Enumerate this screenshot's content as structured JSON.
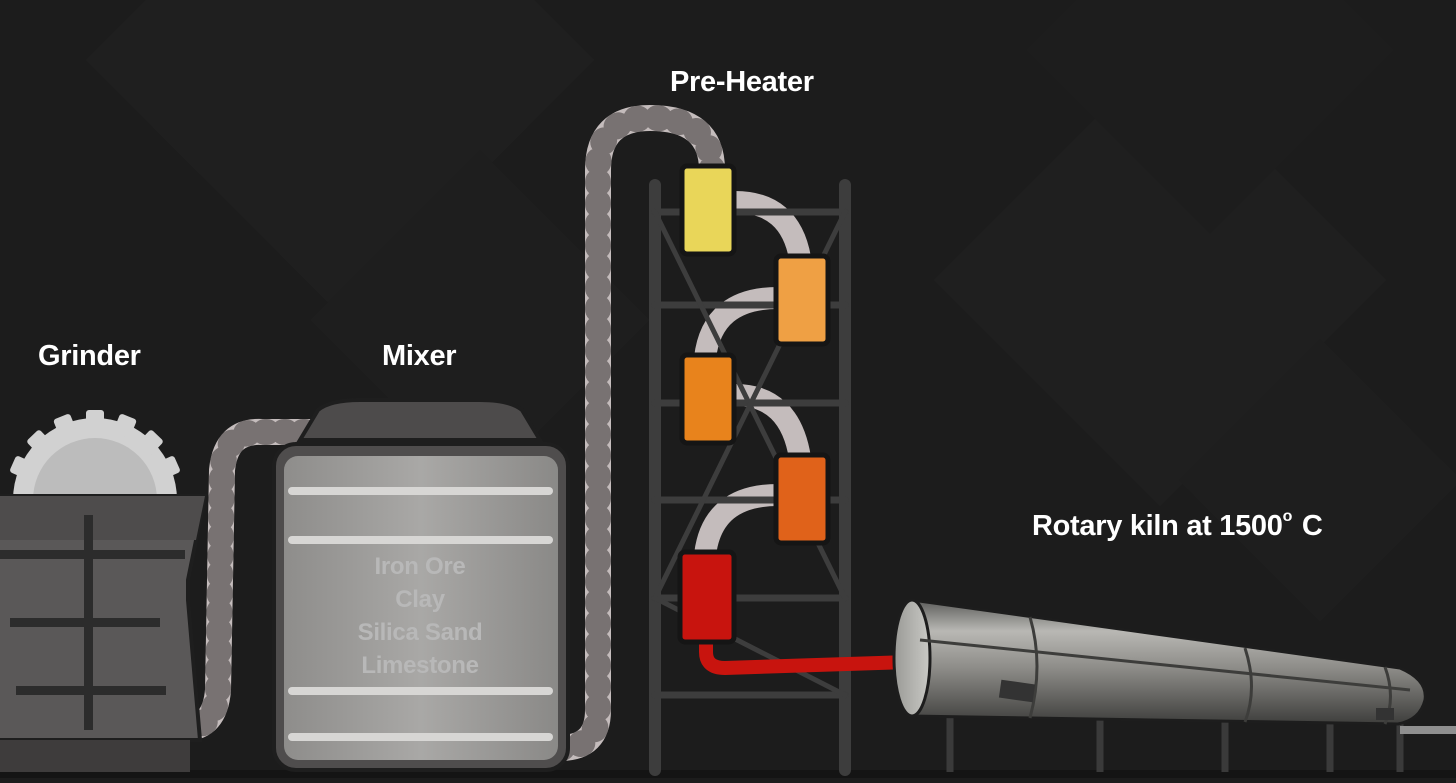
{
  "labels": {
    "grinder": "Grinder",
    "mixer": "Mixer",
    "preheater": "Pre-Heater",
    "kiln_prefix": "Rotary kiln at 1500",
    "kiln_degree": "o",
    "kiln_suffix": " C"
  },
  "mixer_contents": [
    "Iron Ore",
    "Clay",
    "Silica Sand",
    "Limestone"
  ],
  "colors": {
    "background": "#1c1c1c",
    "pipe": "#c4bcbc",
    "frame": "#3a3a3a",
    "cyclones": [
      "#e9d659",
      "#efa044",
      "#e8831c",
      "#e0621a",
      "#c8140e"
    ],
    "hot_duct": "#c8140e"
  }
}
